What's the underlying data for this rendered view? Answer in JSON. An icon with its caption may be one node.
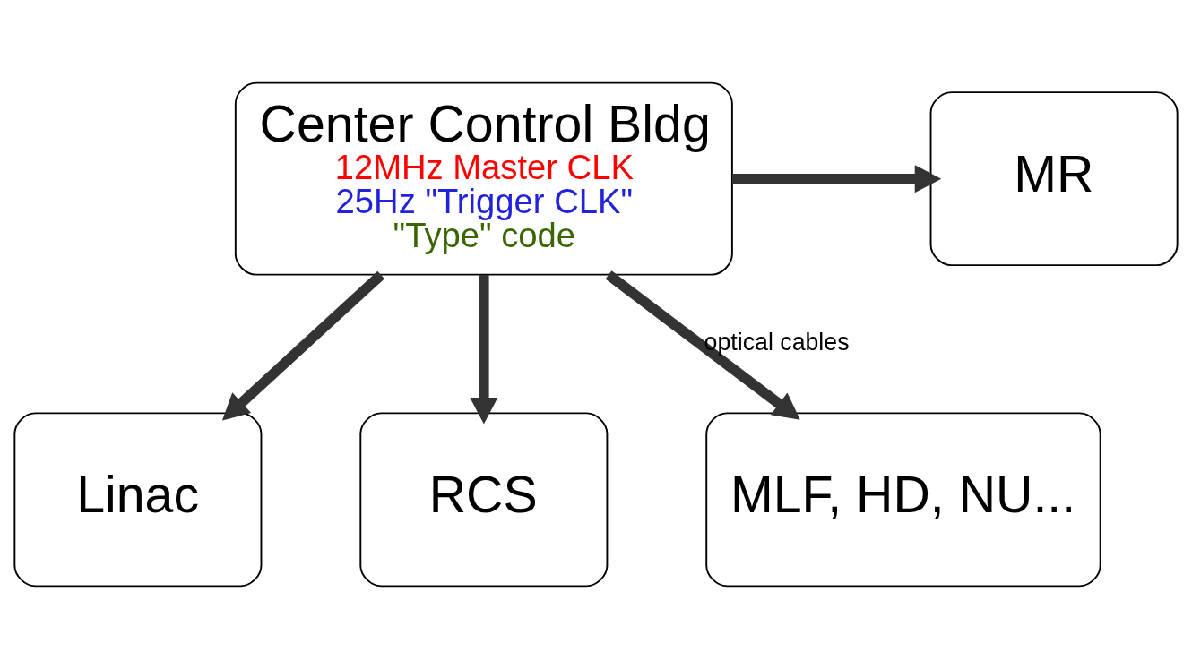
{
  "diagram": {
    "nodes": [
      {
        "text": [
          "Center Control Bldg",
          "12MHz Master CLK",
          "25Hz \"Trigger CLK\"",
          "\"Type\" code"
        ]
      },
      {
        "text": [
          "MR"
        ]
      },
      {
        "text": [
          "Linac"
        ]
      },
      {
        "text": [
          "RCS"
        ]
      },
      {
        "text": [
          "MLF, HD, NU..."
        ]
      }
    ],
    "edges": [
      {
        "from": 0,
        "to": 2,
        "arrow": "to"
      },
      {
        "from": 0,
        "to": 3,
        "arrow": "to"
      },
      {
        "from": 0,
        "to": 1,
        "arrow": "to"
      },
      {
        "from": 0,
        "to": 4,
        "arrow": "to",
        "label": "optical cables"
      }
    ]
  }
}
